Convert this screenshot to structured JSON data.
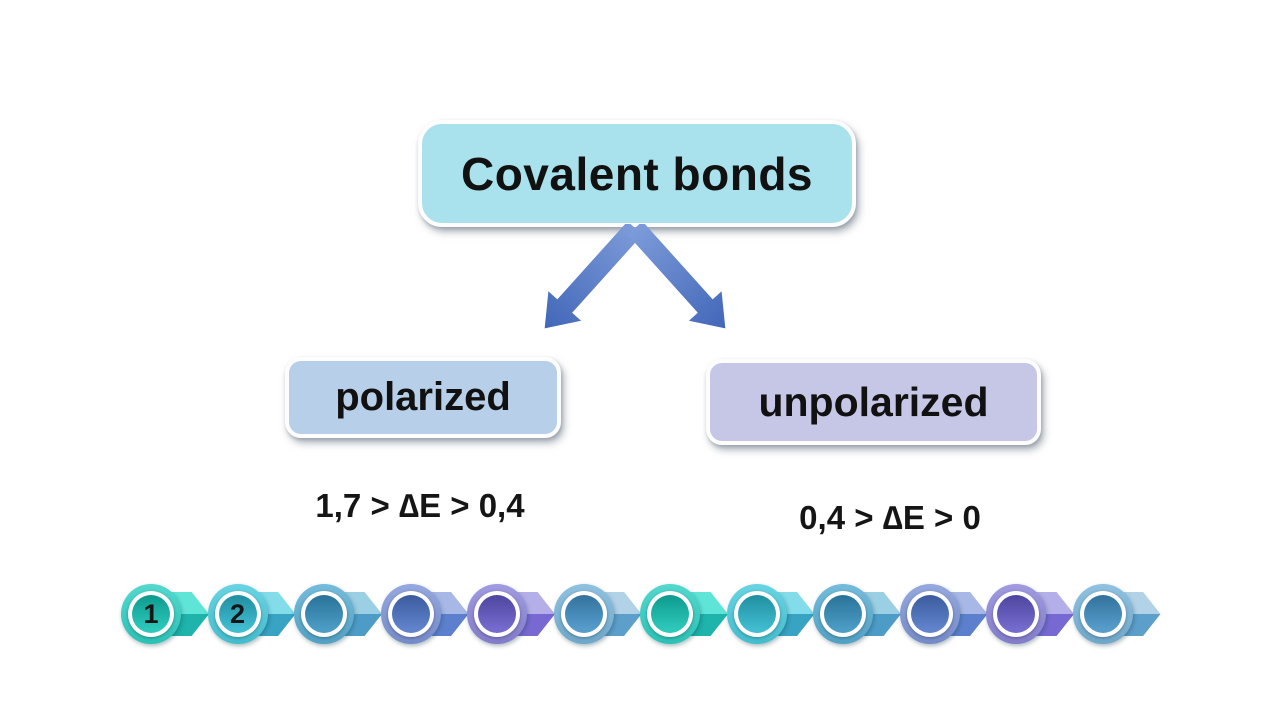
{
  "diagram": {
    "title": {
      "label": "Covalent bonds",
      "fill": "#a9e2ed"
    },
    "connector": {
      "light": "#7d9bd9",
      "dark": "#4267b8"
    },
    "branches": [
      {
        "label": "polarized",
        "fill": "#b7cfe8",
        "formula": "1,7 > ∆E > 0,4"
      },
      {
        "label": "unpolarized",
        "fill": "#c6c7e7",
        "formula": "0,4 > ∆E > 0"
      }
    ]
  },
  "nav": {
    "palette": {
      "teal": {
        "outer": "#2ed0c3",
        "inner": "#10c1b1",
        "arrow_top": "#5fe5d8",
        "arrow_bottom": "#1eb3ab"
      },
      "cyan": {
        "outer": "#48cbdd",
        "inner": "#27b3c9",
        "arrow_top": "#82dcea",
        "arrow_bottom": "#38a3c3"
      },
      "steel_teal": {
        "outer": "#57add3",
        "inner": "#338fbe",
        "arrow_top": "#9bcfe3",
        "arrow_bottom": "#4d9cc8"
      },
      "royal": {
        "outer": "#7e95d8",
        "inner": "#4a72c5",
        "arrow_top": "#a8b8e6",
        "arrow_bottom": "#5d80ce"
      },
      "purple": {
        "outer": "#8c85da",
        "inner": "#6257c7",
        "arrow_top": "#b5afe9",
        "arrow_bottom": "#7769d1"
      },
      "steel": {
        "outer": "#77b4d9",
        "inner": "#3f8fc4",
        "arrow_top": "#b2d2e8",
        "arrow_bottom": "#5c9fcb"
      }
    },
    "items": [
      {
        "label": "1",
        "color": "teal"
      },
      {
        "label": "2",
        "color": "cyan"
      },
      {
        "label": "",
        "color": "steel_teal"
      },
      {
        "label": "",
        "color": "royal"
      },
      {
        "label": "",
        "color": "purple"
      },
      {
        "label": "",
        "color": "steel"
      },
      {
        "label": "",
        "color": "teal"
      },
      {
        "label": "",
        "color": "cyan"
      },
      {
        "label": "",
        "color": "steel_teal"
      },
      {
        "label": "",
        "color": "royal"
      },
      {
        "label": "",
        "color": "purple"
      },
      {
        "label": "",
        "color": "steel"
      }
    ]
  }
}
